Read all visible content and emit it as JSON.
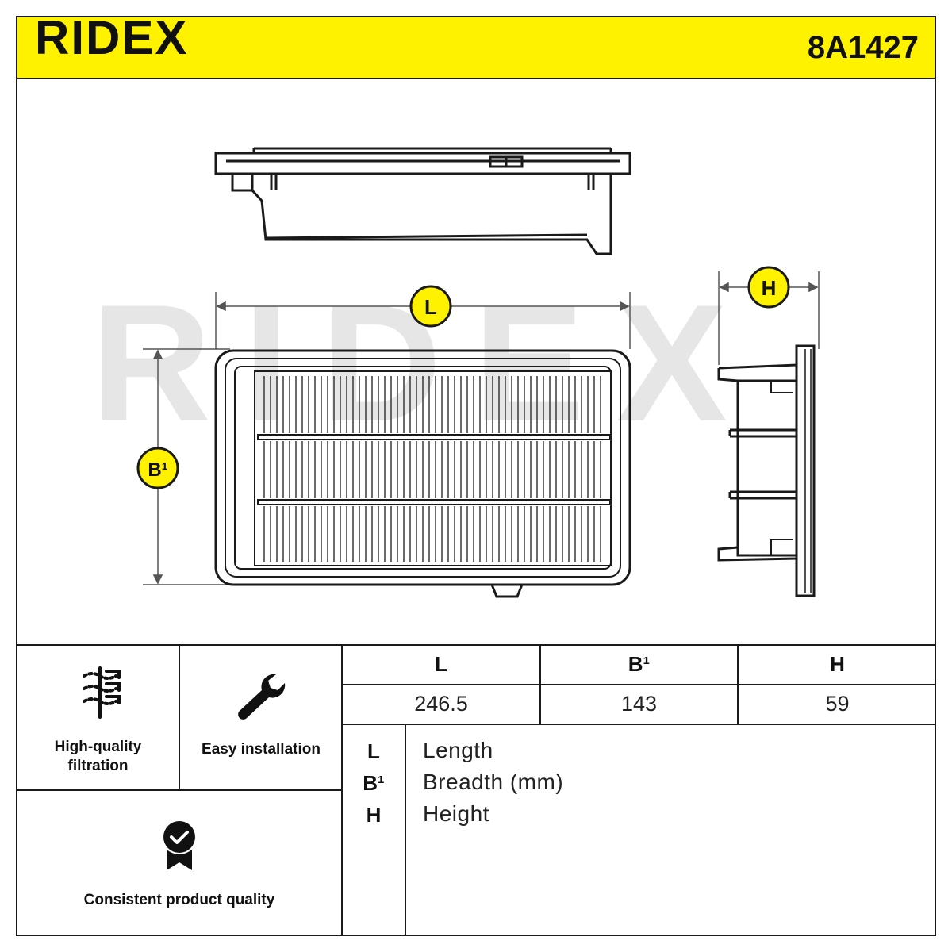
{
  "header": {
    "brand": "RIDEX",
    "part_number": "8A1427"
  },
  "drawing": {
    "watermark": "RIDEX",
    "dim_labels": {
      "length": "L",
      "breadth": "B¹",
      "height": "H"
    }
  },
  "features": [
    {
      "label_line1": "High-quality",
      "label_line2": "filtration",
      "icon": "filtration-icon"
    },
    {
      "label_line1": "Easy installation",
      "label_line2": "",
      "icon": "wrench-icon"
    },
    {
      "label_line1": "Consistent product quality",
      "label_line2": "",
      "icon": "quality-badge-icon"
    }
  ],
  "dimensions_table": {
    "headers": [
      "L",
      "B¹",
      "H"
    ],
    "values": [
      "246.5",
      "143",
      "59"
    ]
  },
  "legend": [
    {
      "key": "L",
      "value": "Length"
    },
    {
      "key": "B¹",
      "value": "Breadth (mm)"
    },
    {
      "key": "H",
      "value": "Height"
    }
  ],
  "colors": {
    "brand_yellow": "#fff200",
    "ink": "#1a1a1a",
    "watermark": "#e6e6e6"
  }
}
